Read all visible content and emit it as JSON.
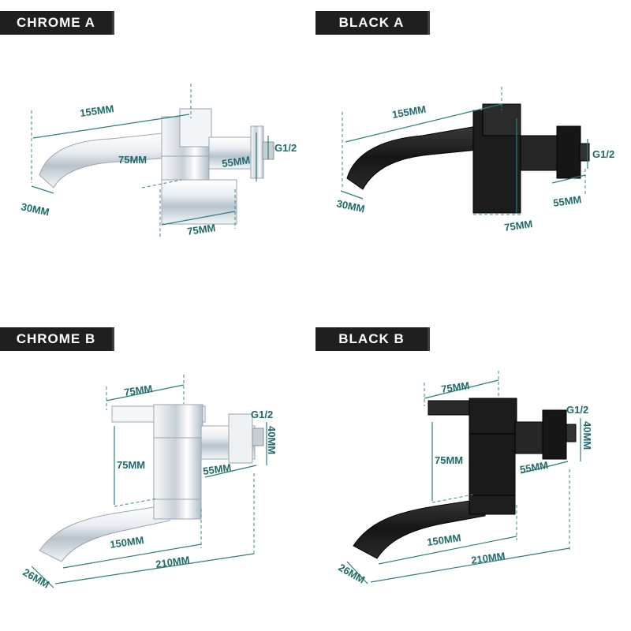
{
  "panels": [
    {
      "label": "CHROME A",
      "dims": {
        "top": "155MM",
        "height": "75MM",
        "base": "75MM",
        "conn": "55MM",
        "thread": "G1/2",
        "tip": "30MM"
      }
    },
    {
      "label": "BLACK A",
      "dims": {
        "top": "155MM",
        "height": "75MM",
        "conn": "55MM",
        "thread": "G1/2",
        "tip": "30MM"
      }
    },
    {
      "label": "CHROME B",
      "dims": {
        "top": "75MM",
        "height": "75MM",
        "conn": "55MM",
        "thread": "G1/2",
        "side": "40MM",
        "spout": "150MM",
        "total": "210MM",
        "tip": "26MM"
      }
    },
    {
      "label": "BLACK B",
      "dims": {
        "top": "75MM",
        "height": "75MM",
        "conn": "55MM",
        "thread": "G1/2",
        "side": "40MM",
        "spout": "150MM",
        "total": "210MM",
        "tip": "26MM"
      }
    }
  ],
  "colors": {
    "chrome": "#dfe6ec",
    "black": "#1e1e1e",
    "dimension": "#2e7d7d",
    "label_bg": "#1f1f1f"
  }
}
